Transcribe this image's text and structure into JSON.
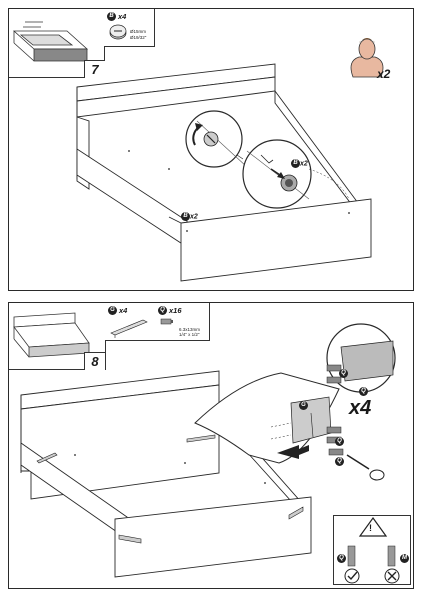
{
  "step7": {
    "step_number": "7",
    "part": {
      "letter": "B",
      "quantity": "x4",
      "dimensions": [
        "Ø15mm",
        "Ø19/32\""
      ]
    },
    "people": {
      "icon": "person-icon",
      "count": "x2"
    },
    "callouts": [
      {
        "letter": "B",
        "quantity": "x2"
      },
      {
        "letter": "B",
        "quantity": "x2"
      }
    ]
  },
  "step8": {
    "step_number": "8",
    "parts": [
      {
        "letter": "G",
        "quantity": "x4"
      },
      {
        "letter": "Q",
        "quantity": "x16",
        "dimensions": [
          "6.3x13mm",
          "1/4\" x 1/2\""
        ]
      }
    ],
    "detail_multiplier": "x4",
    "callout_letters": [
      "G",
      "Q",
      "Q",
      "Q",
      "Q"
    ],
    "warning": {
      "symbol": "!",
      "correct_label": "Q",
      "wrong_label": "M",
      "correct_icon": "check-icon",
      "wrong_icon": "cross-icon"
    }
  }
}
